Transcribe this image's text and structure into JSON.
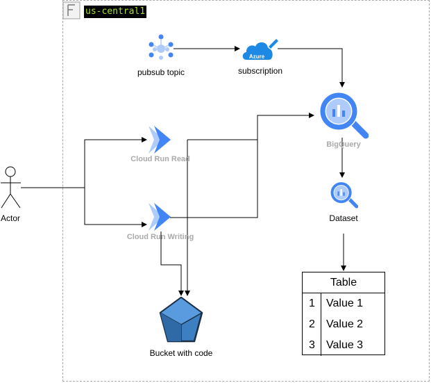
{
  "region": {
    "label": "us-central1",
    "icon": "flag-icon"
  },
  "nodes": {
    "pubsub": {
      "label": "pubsub topic",
      "icon": "pubsub-icon"
    },
    "subscription": {
      "label": "subscription",
      "icon": "azure-cloud-icon",
      "badge": "Azure"
    },
    "bigquery": {
      "label": "BigQuery",
      "icon": "bigquery-icon"
    },
    "cloud_run_read": {
      "label": "Cloud Run Read",
      "icon": "cloud-run-icon"
    },
    "cloud_run_writing": {
      "label": "Cloud Run Writing",
      "icon": "cloud-run-icon"
    },
    "dataset": {
      "label": "Dataset",
      "icon": "bigquery-icon"
    },
    "actor": {
      "label": "Actor",
      "icon": "actor-icon"
    },
    "bucket": {
      "label": "Bucket with code",
      "icon": "bucket-icon"
    }
  },
  "table": {
    "title": "Table",
    "rows": [
      {
        "key": "1",
        "value": "Value 1"
      },
      {
        "key": "2",
        "value": "Value 2"
      },
      {
        "key": "3",
        "value": "Value 3"
      }
    ]
  },
  "colors": {
    "google_blue": "#4285f4",
    "light_blue": "#aecbfa",
    "bucket_blue": "#3d7fc1",
    "region_label_text": "#a6e22e"
  }
}
